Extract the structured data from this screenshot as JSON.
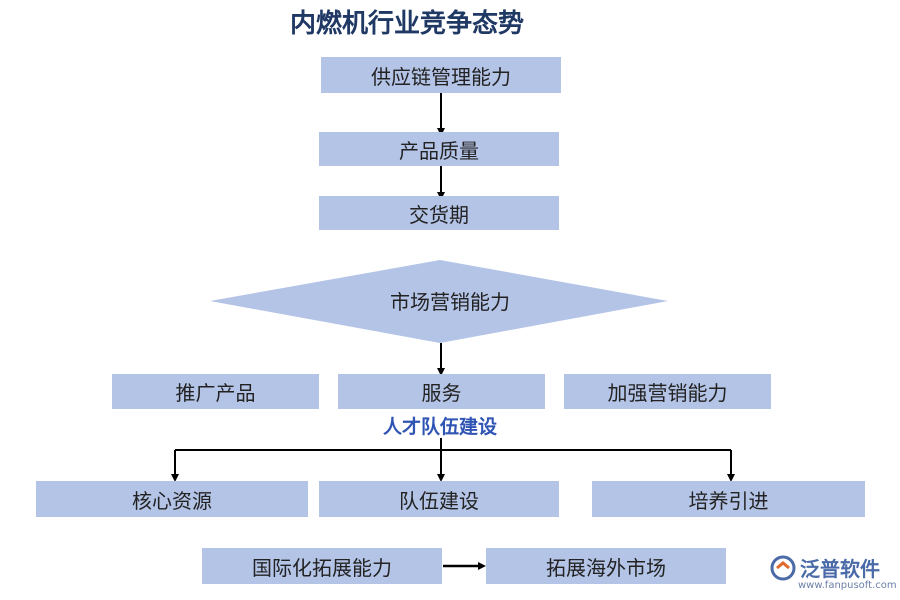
{
  "title": "内燃机行业竞争态势",
  "chain": [
    "供应链管理能力",
    "产品质量",
    "交货期"
  ],
  "marketing": {
    "label": "市场营销能力",
    "items": [
      "推广产品",
      "服务",
      "加强营销能力"
    ]
  },
  "talent": {
    "label": "人才队伍建设",
    "items": [
      "核心资源",
      "队伍建设",
      "培养引进"
    ]
  },
  "international": {
    "from": "国际化拓展能力",
    "to": "拓展海外市场"
  },
  "brand": {
    "name": "泛普软件",
    "url": "www.fanpusoft.com"
  },
  "colors": {
    "box_fill": "#b4c4e7",
    "title": "#1f3864",
    "subtitle": "#2f54b4",
    "arrow": "#000000"
  }
}
